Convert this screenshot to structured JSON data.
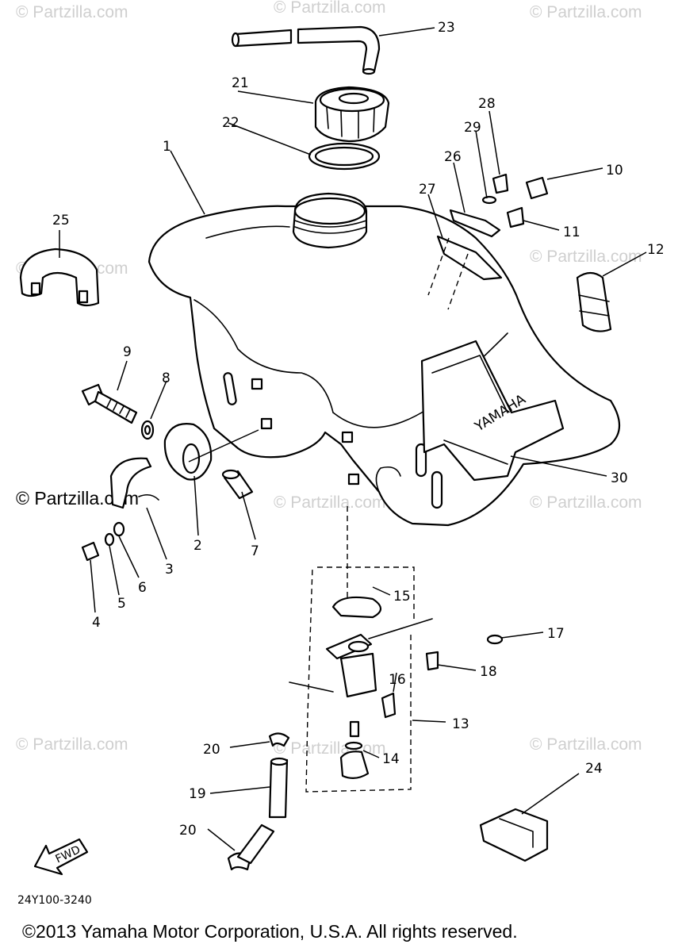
{
  "watermark": "© Partzilla.com",
  "side_watermark": "© Partzilla.com",
  "emblem_text": "YAMAHA",
  "fwd_text": "FWD",
  "diagram_code": "24Y100-3240",
  "copyright": "©2013 Yamaha Motor Corporation, U.S.A. All rights reserved.",
  "callouts": [
    "1",
    "2",
    "3",
    "4",
    "5",
    "6",
    "7",
    "8",
    "9",
    "10",
    "11",
    "12",
    "13",
    "14",
    "15",
    "16",
    "17",
    "18",
    "19",
    "20",
    "20",
    "21",
    "22",
    "23",
    "24",
    "25",
    "26",
    "27",
    "28",
    "29",
    "30"
  ]
}
